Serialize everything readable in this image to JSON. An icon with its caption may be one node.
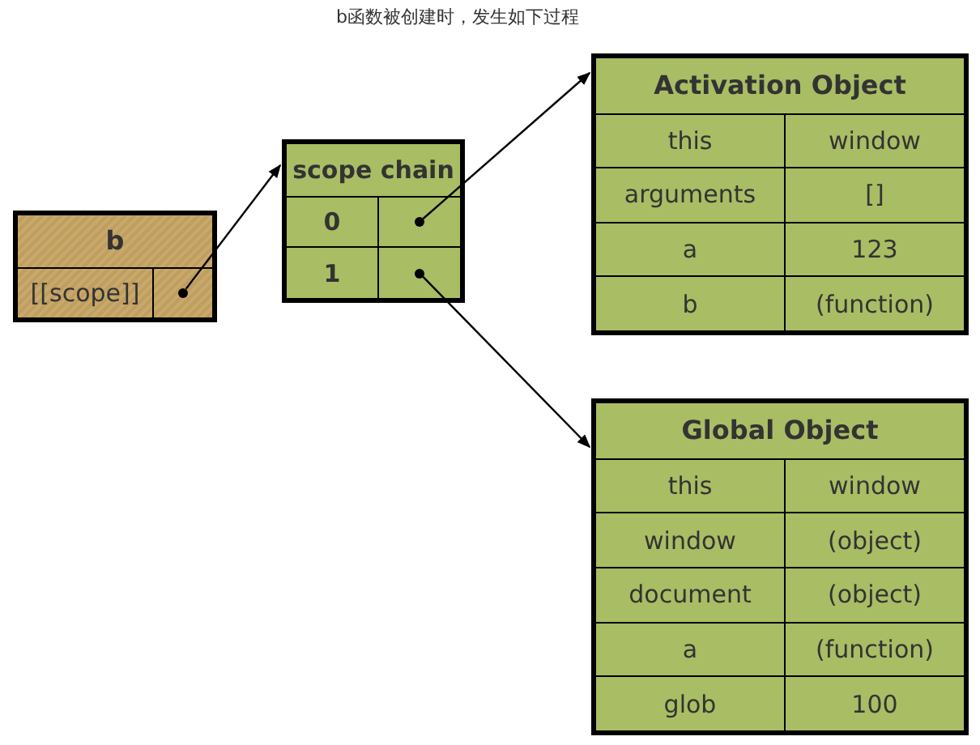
{
  "diagram": {
    "title": "b函数被创建时，发生如下过程",
    "nodes": [
      {
        "text": [
          "b",
          "[[scope]]"
        ]
      },
      {
        "text": [],
        "shape": "circle",
        "in": 0
      },
      {
        "text": [
          "scope chain",
          "0",
          "1"
        ]
      },
      {
        "text": [],
        "shape": "circle",
        "in": 2
      },
      {
        "text": [],
        "shape": "circle",
        "in": 2
      },
      {
        "text": [
          "Activation Object",
          "this",
          "window",
          "arguments",
          "[]",
          "a",
          "123",
          "b",
          "(function)"
        ]
      },
      {
        "text": [
          "Global Object",
          "this",
          "window",
          "window",
          "(object)",
          "document",
          "(object)",
          "a",
          "(function)",
          "glob",
          "100"
        ]
      }
    ],
    "edges": [
      {
        "from": 1,
        "to": 2,
        "arrow": "to"
      },
      {
        "from": 3,
        "to": 5,
        "arrow": "to"
      },
      {
        "from": 4,
        "to": 6,
        "arrow": "to"
      }
    ]
  }
}
